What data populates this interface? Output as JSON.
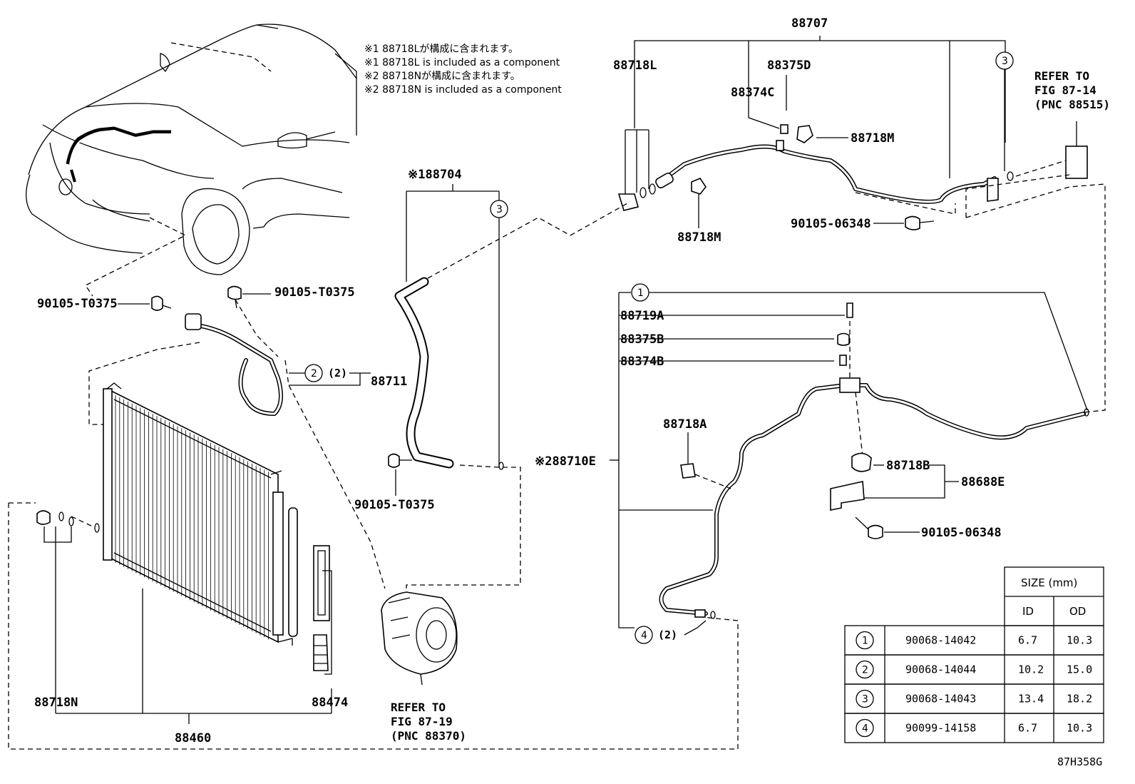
{
  "notes": [
    "※1 88718Lが構成に含まれます。",
    "※1 88718L is included as a component",
    "※2 88718Nが構成に含まれます。",
    "※2 88718N is included as a component"
  ],
  "labels": {
    "p88707": "88707",
    "p88718L": "88718L",
    "p88375D": "88375D",
    "p88374C": "88374C",
    "p88718M_top": "88718M",
    "p88718M_low": "88718M",
    "p90105_06348_top": "90105-06348",
    "refer_top": [
      "REFER TO",
      "FIG 87-14",
      "(PNC 88515)"
    ],
    "p88704": "※188704",
    "p90105_T0375_a": "90105-T0375",
    "p90105_T0375_b": "90105-T0375",
    "p90105_T0375_c": "90105-T0375",
    "p88711": "88711",
    "p88711_qty": "(2)",
    "p88719A": "88719A",
    "p88375B": "88375B",
    "p88374B": "88374B",
    "p88718A": "88718A",
    "p88710E": "※288710E",
    "p88718B": "88718B",
    "p88688E": "88688E",
    "p90105_06348_low": "90105-06348",
    "p88718N": "88718N",
    "p88460": "88460",
    "p88474": "88474",
    "refer_low": [
      "REFER TO",
      "FIG 87-19",
      "(PNC 88370)"
    ],
    "ring4_qty": "(2)",
    "fig_code": "87H358G"
  },
  "circle_refs": {
    "c1": "1",
    "c2": "2",
    "c3a": "3",
    "c3b": "3",
    "c4": "4"
  },
  "size_table": {
    "header": "SIZE (mm)",
    "col_id": "ID",
    "col_od": "OD",
    "rows": [
      {
        "key": "1",
        "part": "90068-14042",
        "id": "6.7",
        "od": "10.3"
      },
      {
        "key": "2",
        "part": "90068-14044",
        "id": "10.2",
        "od": "15.0"
      },
      {
        "key": "3",
        "part": "90068-14043",
        "id": "13.4",
        "od": "18.2"
      },
      {
        "key": "4",
        "part": "90099-14158",
        "id": "6.7",
        "od": "10.3"
      }
    ]
  }
}
